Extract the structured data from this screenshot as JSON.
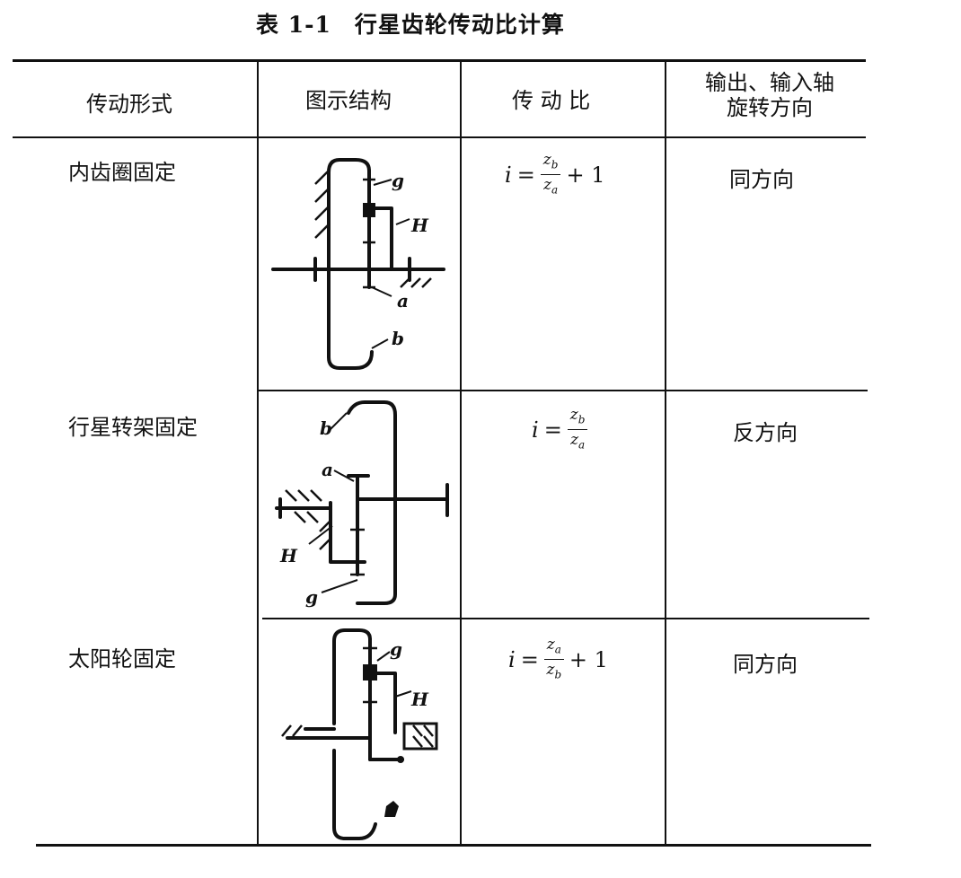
{
  "table": {
    "title": "表 1-1　行星齿轮传动比计算",
    "headers": {
      "mode": "传动形式",
      "structure": "图示结构",
      "ratio": "传 动 比",
      "direction_line1": "输出、输入轴",
      "direction_line2": "旋转方向"
    },
    "rows": [
      {
        "mode": "内齿圈固定",
        "formula": {
          "lhs": "i",
          "eq": "=",
          "num": "z_b",
          "den": "z_a",
          "tail": "+ 1"
        },
        "direction": "同方向",
        "labels": {
          "g": "g",
          "H": "H",
          "a": "a",
          "b": "b"
        }
      },
      {
        "mode": "行星转架固定",
        "formula": {
          "lhs": "i",
          "eq": "=",
          "num": "z_b",
          "den": "z_a",
          "tail": ""
        },
        "direction": "反方向",
        "labels": {
          "b": "b",
          "a": "a",
          "H": "H",
          "g": "g"
        }
      },
      {
        "mode": "太阳轮固定",
        "formula": {
          "lhs": "i",
          "eq": "=",
          "num": "z_a",
          "den": "z_b",
          "tail": "+ 1"
        },
        "direction": "同方向",
        "labels": {
          "g": "g",
          "H": "H"
        }
      }
    ]
  }
}
